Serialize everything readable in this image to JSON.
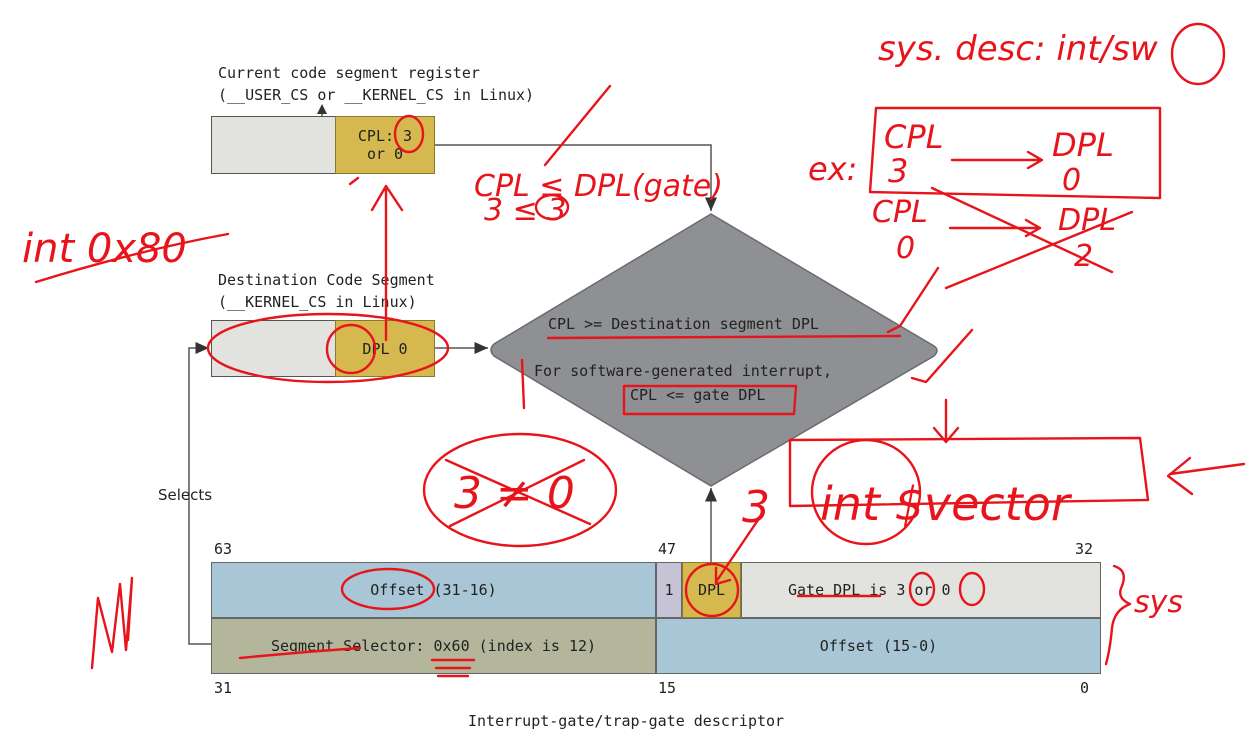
{
  "diagram": {
    "current_cs": {
      "title_line1": "Current code segment register",
      "title_line2": "(__USER_CS or __KERNEL_CS in Linux)",
      "cpl_line1": "CPL: 3",
      "cpl_line2": "or 0"
    },
    "dest_cs": {
      "title_line1": "Destination Code Segment",
      "title_line2": "(__KERNEL_CS in Linux)",
      "dpl_text": "DPL 0"
    },
    "decision": {
      "line1": "CPL >= Destination segment DPL",
      "line2": "For software-generated interrupt,",
      "line3": "CPL <= gate DPL"
    },
    "selects_label": "Selects",
    "descriptor": {
      "bit_63": "63",
      "bit_47": "47",
      "bit_32": "32",
      "bit_31": "31",
      "bit_15": "15",
      "bit_0": "0",
      "offset_high": "Offset (31-16)",
      "present_bit": "1",
      "dpl_label": "DPL",
      "gate_dpl_text": "Gate DPL is 3 or 0",
      "segment_selector": "Segment Selector: 0x60 (index is 12)",
      "offset_low": "Offset (15-0)",
      "caption": "Interrupt-gate/trap-gate descriptor"
    }
  },
  "annotations": {
    "top_right": "sys. desc: int/sw",
    "int_label": "int 0x80",
    "cpl_dpl_gate": "CPL ≤ DPL(gate)",
    "cpl_dpl_gate_values": "3  ≤  3",
    "example_prefix": "ex:",
    "ex1_cpl": "CPL",
    "ex1_cpl_val": "3",
    "ex1_dpl": "DPL",
    "ex1_dpl_val": "0",
    "ex2_cpl": "CPL",
    "ex2_cpl_val": "0",
    "ex2_dpl": "DPL",
    "ex2_dpl_val": "2",
    "ne_note": "3 ≠ 0",
    "dpl_value": "3",
    "int_vector": "int  $vector",
    "sys_note": "sys",
    "ink_color": "#e8141b"
  }
}
